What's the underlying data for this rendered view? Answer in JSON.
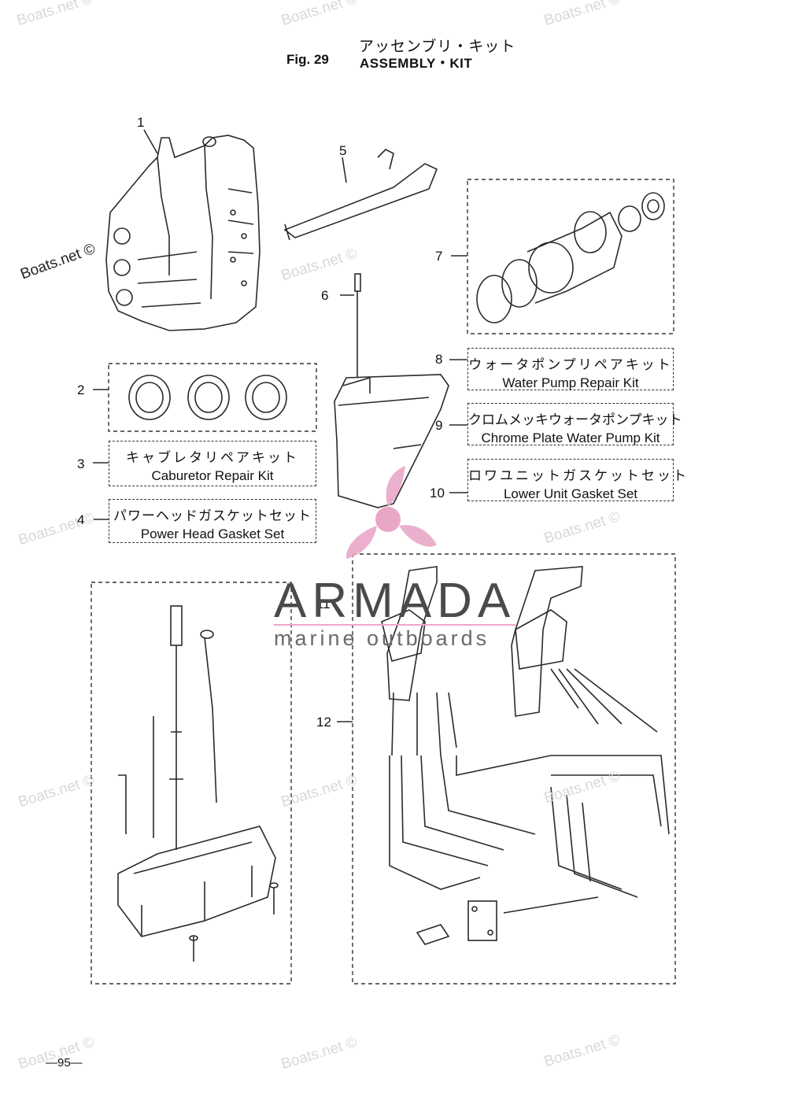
{
  "header": {
    "title_jp": "アッセンブリ・キット",
    "fig_label": "Fig. 29",
    "title_en": "ASSEMBLY・KIT"
  },
  "callouts": [
    "1",
    "2",
    "3",
    "4",
    "5",
    "6",
    "7",
    "8",
    "9",
    "10",
    "11",
    "12"
  ],
  "kits": {
    "carburetor": {
      "jp": "キャブレタリペアキット",
      "en": "Caburetor Repair Kit"
    },
    "power_head": {
      "jp": "パワーヘッドガスケットセット",
      "en": "Power Head Gasket Set"
    },
    "water_pump": {
      "jp": "ウォータポンプリペアキット",
      "en": "Water Pump Repair Kit"
    },
    "chrome_pump": {
      "jp": "クロムメッキウォータポンプキット",
      "en": "Chrome Plate Water Pump Kit"
    },
    "lower_unit": {
      "jp": "ロワユニットガスケットセット",
      "en": "Lower Unit Gasket Set"
    }
  },
  "watermarks": {
    "site": "Boats.net ©",
    "brand": "ARMADA",
    "brand_sub": "marine outboards"
  },
  "page_number": "—95—",
  "colors": {
    "line": "#2a2a2a",
    "logo_pink": "#e9a7c8",
    "watermark": "#d8d8d8"
  }
}
